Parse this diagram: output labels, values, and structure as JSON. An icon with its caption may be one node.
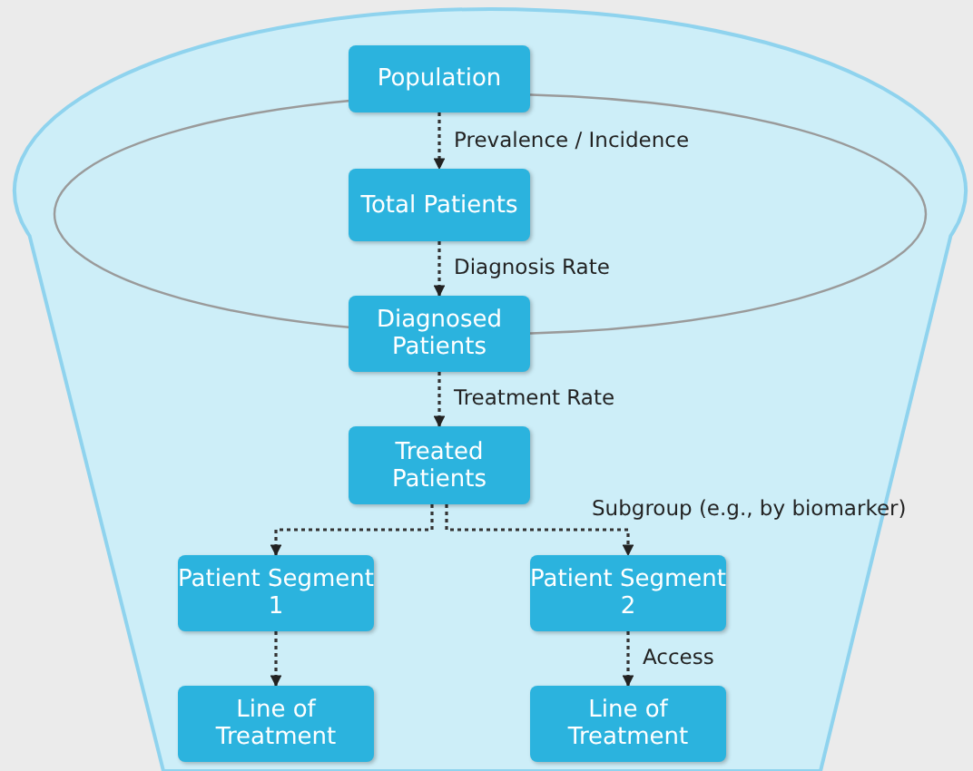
{
  "diagram": {
    "nodes": [
      {
        "text": [
          "Population"
        ]
      },
      {
        "text": [
          "Total Patients"
        ]
      },
      {
        "text": [
          "Diagnosed Patients"
        ]
      },
      {
        "text": [
          "Treated Patients"
        ]
      },
      {
        "text": [
          "Patient Segment 1"
        ]
      },
      {
        "text": [
          "Patient Segment 2"
        ]
      },
      {
        "text": [
          "Line of Treatment"
        ]
      },
      {
        "text": [
          "Line of Treatment"
        ]
      }
    ],
    "edges": [
      {
        "from": 0,
        "to": 1,
        "arrow": "to",
        "label": "Prevalence / Incidence",
        "style": "dashed"
      },
      {
        "from": 1,
        "to": 2,
        "arrow": "to",
        "label": "Diagnosis Rate",
        "style": "dashed"
      },
      {
        "from": 2,
        "to": 3,
        "arrow": "to",
        "label": "Treatment Rate",
        "style": "dashed"
      },
      {
        "from": 3,
        "to": 4,
        "arrow": "to",
        "style": "dashed"
      },
      {
        "from": 3,
        "to": 5,
        "arrow": "to",
        "label": "Subgroup (e.g., by biomarker)",
        "style": "dashed"
      },
      {
        "from": 4,
        "to": 6,
        "arrow": "to",
        "style": "dashed"
      },
      {
        "from": 5,
        "to": 7,
        "arrow": "to",
        "label": "Access",
        "style": "dashed"
      }
    ]
  }
}
